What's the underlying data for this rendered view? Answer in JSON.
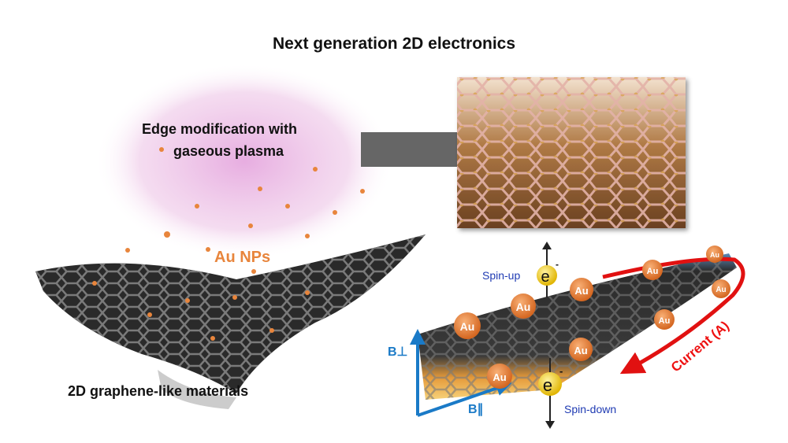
{
  "title": "Next generation 2D electronics",
  "left_panel": {
    "process_label_line1": "Edge modification with",
    "process_label_line2": "gaseous plasma",
    "nanoparticle_label": "Au NPs",
    "material_label": "2D graphene-like materials"
  },
  "ribbon_panel": {
    "spin_up_label": "Spin-up",
    "spin_down_label": "Spin-down",
    "electron_symbol": "e",
    "electron_charge": "-",
    "gold_label": "Au",
    "b_perp_label": "B⊥",
    "b_parallel_label": "B∥",
    "current_label": "Current (A)"
  },
  "colors": {
    "gold_particle": "#e8853c",
    "plasma_glow": "#e9b3e3",
    "current_arrow": "#e11111",
    "field_axes": "#1a7ac7",
    "spin_text": "#1f3bb3"
  }
}
